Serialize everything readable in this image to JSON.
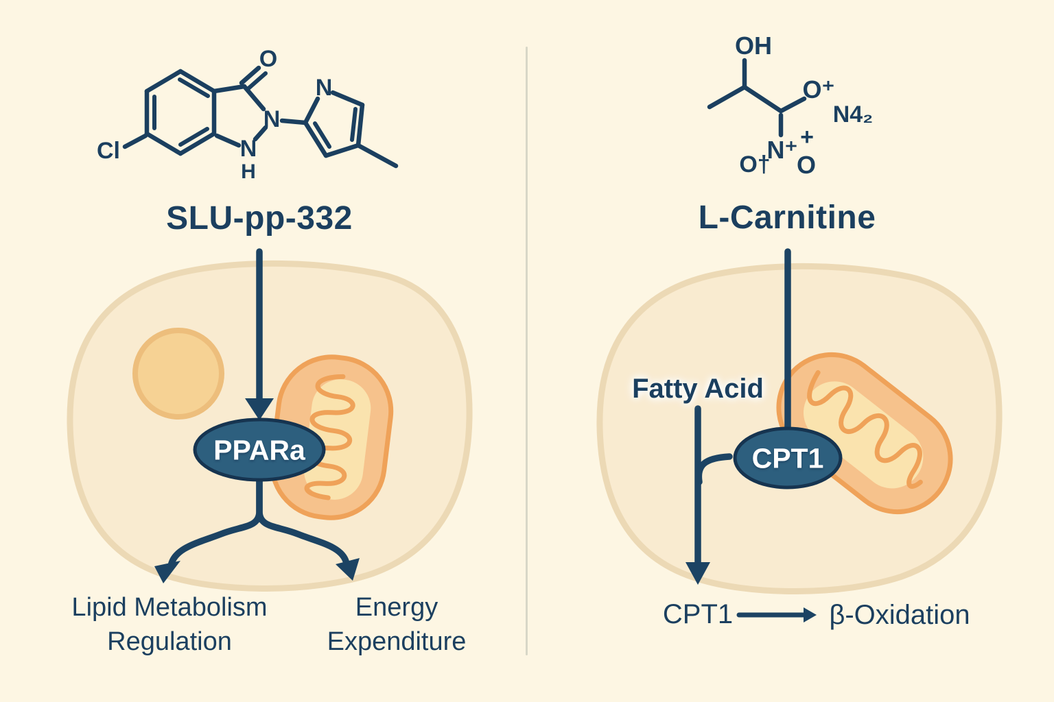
{
  "colors": {
    "background": "#fdf6e3",
    "divider": "#d8d7c7",
    "ink": "#1b3f5f",
    "arrow": "#1c4363",
    "oval_fill": "#2d5f7e",
    "oval_stroke": "#163450",
    "oval_text": "#ffffff",
    "cell_fill": "#f9ebd0",
    "cell_stroke": "#ecd9b5",
    "nucleus_fill": "#f6d294",
    "nucleus_stroke": "#edbe7c",
    "mito_fill": "#f6c28c",
    "mito_stroke": "#efa259",
    "mito_inner": "#fae3ae"
  },
  "left_panel": {
    "title": "SLU-pp-332",
    "molecule": {
      "atoms": {
        "o": "O",
        "cl": "Cl",
        "n2": "N",
        "n1": "N",
        "h": "H",
        "pyrrole_n": "N"
      }
    },
    "receptor": "PPARa",
    "outcome_left": {
      "line1": "Lipid Metabolism",
      "line2": "Regulation"
    },
    "outcome_right": {
      "line1": "Energy",
      "line2": "Expenditure"
    }
  },
  "right_panel": {
    "title": "L-Carnitine",
    "molecule": {
      "atoms": {
        "oh": "OH",
        "o_plus": "O⁺",
        "n4": "N4₂",
        "n_plus": "N⁺",
        "plus": "+",
        "o_dagger": "O†",
        "o": "O"
      }
    },
    "substrate": "Fatty Acid",
    "enzyme": "CPT1",
    "equation": {
      "lhs": "CPT1",
      "rhs": "β-Oxidation"
    }
  }
}
